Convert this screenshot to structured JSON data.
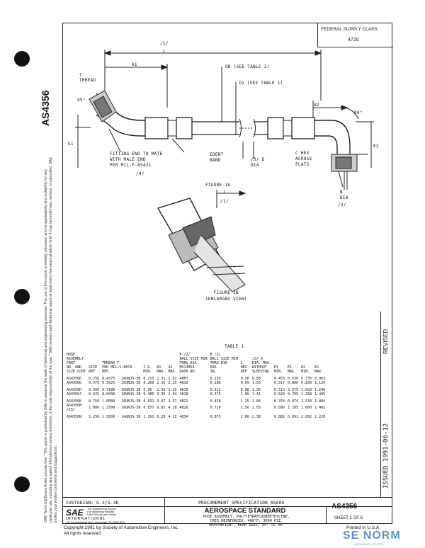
{
  "side_code": "AS4356",
  "disclaimer": "SAE Technical Board Rules provide that: \"This report is published by SAE to advance the state of technical and engineering sciences. The use of this report is entirely voluntary, and its applicability and suitability for any particular use, including any patent infringement arising therefrom, is the sole responsibility of the user.\" SAE reviews each technical report at least every five years at which time it may be reaffirmed, revised, or cancelled. SAE invites your written comments and suggestions.",
  "federal_supply_class": {
    "label": "FEDERAL SUPPLY CLASS",
    "value": "4720"
  },
  "revised": "REVISED",
  "issued": "ISSUED 1991-06-12",
  "drawing": {
    "len_tag": "/1/",
    "len": "L",
    "thread": "T\nTHREAD",
    "deg45": "45°",
    "a1": "A1",
    "od": "OD (SEE TABLE 2)",
    "id": "ID (SEE TABLE 1)",
    "a2": "A2",
    "deg90": "90°",
    "e1": "E1",
    "e2": "E2",
    "fitting_note": "FITTING END TO MATE\nWITH MALE END\nPER MIL-F-85421",
    "fitting_tag": "/4/",
    "ident": "IDENT\nBAND",
    "dia_note": "/3/ D\nDIA",
    "hex": "C HEX\nACROSS\nFLATS",
    "b_dia": "B\nDIA",
    "tag2": "/2/",
    "fig1a": "FIGURE 1A",
    "fig1a_l": "L",
    "fig1a_tag": "/1/",
    "fig1b": "FIGURE 1B\n(ENLARGED VIEW)"
  },
  "table": {
    "title": "TABLE 1",
    "headers": [
      "HOSE\nASSEMBLY\nPART\nNO. AND\nSIZE CODE",
      "SIZE\nREF.",
      "THREAD T\nPER MIL-S-8879\nREF.",
      "I.D.\nMIN.",
      "A1\nMAX.",
      "A2\nMAX.",
      "B /2/\nBALL SIZE MIN\nTHRU DIA\nMS13056\nDASH NO.",
      "B /2/\nBALL SIZE MIN\nTHRU DIA\nDIA\nIN.",
      "C\nHEX.\nREF",
      "/3/ D\nDIA. MAX.\nWITHOUT\nSLEEVING",
      "E1\nMIN.",
      "E1\nMAX.",
      "E2\nMIN.",
      "E2\nMAX."
    ],
    "rows": [
      [
        "AS4356E",
        "0.250",
        "0.4375 - 24UNJS-3B",
        "0.215",
        "2.31",
        "2.02",
        "4807",
        "0.156",
        "0.56",
        "0.88",
        "0.453",
        "0.530",
        "0.735",
        "0.963"
      ],
      [
        "AS4356G",
        "0.375",
        "0.5625 - 20UNJS-3B",
        "0.260",
        "2.55",
        "2.25",
        "4810",
        "0.188",
        "0.69",
        "1.03",
        "0.517",
        "0.600",
        "0.830",
        "1.126"
      ],
      [
        "AS4356H",
        "0.500",
        "0.7188 - 20UNJS-3B",
        "0.35",
        "2.92",
        "2.39",
        "4816",
        "0.313",
        "0.88",
        "1.20",
        "0.513",
        "0.675",
        "1.033",
        "1.240"
      ],
      [
        "AS4356J",
        "0.625",
        "0.8438 - 18UNJS-3B",
        "0.485",
        "3.36",
        "2.94",
        "4818",
        "0.375",
        "1.00",
        "1.41",
        "0.620",
        "0.765",
        "1.258",
        "1.445"
      ],
      [
        "AS4356K",
        "0.750",
        "1.0000 - 16UNJS-3B",
        "0.632",
        "3.67",
        "3.57",
        "4821",
        "0.458",
        "1.25",
        "1.66",
        "0.763",
        "0.874",
        "1.530",
        "1.804"
      ],
      [
        "AS4356M\n/15/",
        "1.000",
        "1.2500 - 16UNJS-3B",
        "0.857",
        "6.87",
        "4.18",
        "4826",
        "0.719",
        "1.50",
        "2.03",
        "0.890",
        "1.285",
        "1.680",
        "2.481"
      ],
      [
        "AS4356N",
        "1.250",
        "1.5000 - 14UNJS-3B",
        "1.101",
        "6.28",
        "4.13",
        "4834",
        "0.875",
        "2.00",
        "2.38",
        "0.881",
        "0.991",
        "2.002",
        "2.220"
      ]
    ]
  },
  "custodian": "CUSTODIAN: G-3/G-3D",
  "procurement": "PROCUREMENT SPECIFICATION AS604",
  "logo": {
    "sae": "SAE",
    "tag1": "The Engineering Society\nFor Advancing Mobility\nLand Sea Air and Space",
    "tag2": "INTERNATIONAL",
    "addr": "400 Commonwealth Drive, Warrendale, PA 15096-0001"
  },
  "std_title": "AEROSPACE STANDARD",
  "std_desc": "HOSE ASSEMBLY, POLYTETRAFLUOROETHYLENE,\nCRES REINFORCED, 400°F, 3000 PSI,\nHEAVYWEIGHT, BEAM SEAL, 45° TO 90°",
  "std_number": "AS4356",
  "sheet": "SHEET 1 OF 6",
  "copyright": "Copyright 1991 by Society of Automotive Engineers, Inc.\nAll rights reserved.",
  "printed": "Printed in U.S.A.",
  "watermark": "SE NORM",
  "watermark_sub": "DOCUMENT CENTER"
}
